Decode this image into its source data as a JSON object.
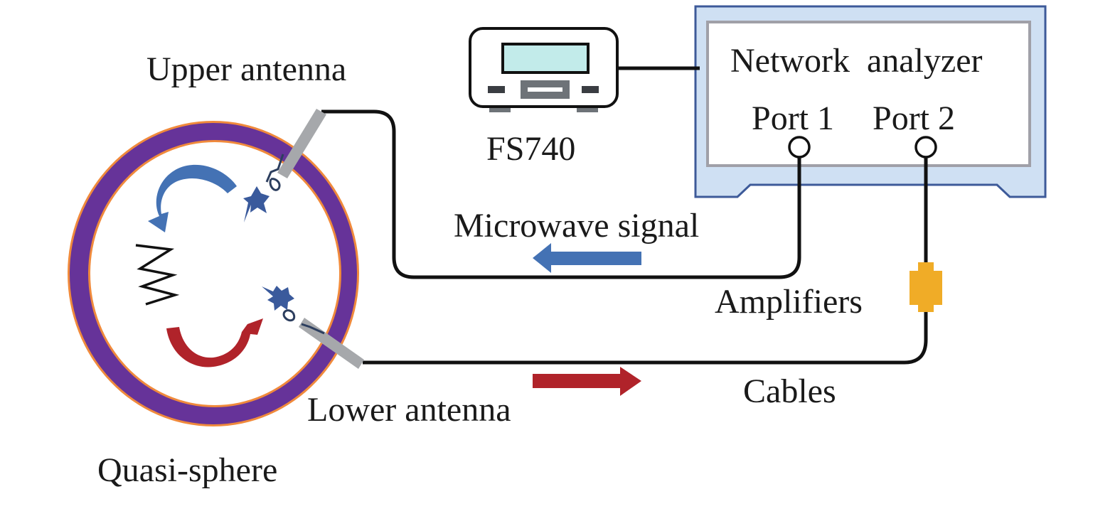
{
  "diagram": {
    "title": "Quasi-sphere microwave measurement setup",
    "labels": {
      "upper_antenna": "Upper antenna",
      "lower_antenna": "Lower antenna",
      "quasi_sphere": "Quasi-sphere",
      "fs740": "FS740",
      "network_analyzer": "Network  analyzer",
      "port1": "Port 1",
      "port2": "Port 2",
      "microwave_signal": "Microwave signal",
      "amplifiers": "Amplifiers",
      "cables": "Cables"
    },
    "colors": {
      "sphere_shell": "#663399",
      "sphere_edge": "#f08a3c",
      "analyzer_frame": "#cfe0f3",
      "analyzer_border": "#3d5a99",
      "analyzer_screen_border": "#a0a0a8",
      "fs740_display": "#c2ebea",
      "antenna_body": "#a6a8ab",
      "antenna_tip": "#3a5a9c",
      "signal_in_arrow": "#4472b4",
      "signal_out_arrow": "#b0232a",
      "amplifier": "#f0ac27",
      "cable": "#111111"
    },
    "nodes": [
      {
        "id": "quasi-sphere",
        "label": "Quasi-sphere"
      },
      {
        "id": "upper-antenna",
        "label": "Upper antenna"
      },
      {
        "id": "lower-antenna",
        "label": "Lower antenna"
      },
      {
        "id": "fs740",
        "label": "FS740"
      },
      {
        "id": "network-analyzer",
        "label": "Network  analyzer"
      },
      {
        "id": "amplifier",
        "label": "Amplifiers"
      }
    ],
    "edges": [
      {
        "from": "fs740",
        "to": "network-analyzer"
      },
      {
        "from": "network-analyzer.port1",
        "to": "upper-antenna",
        "label": "Microwave signal",
        "direction": "toward sphere"
      },
      {
        "from": "lower-antenna",
        "to": "amplifier",
        "label": "Cables",
        "direction": "away from sphere"
      },
      {
        "from": "amplifier",
        "to": "network-analyzer.port2"
      }
    ]
  }
}
